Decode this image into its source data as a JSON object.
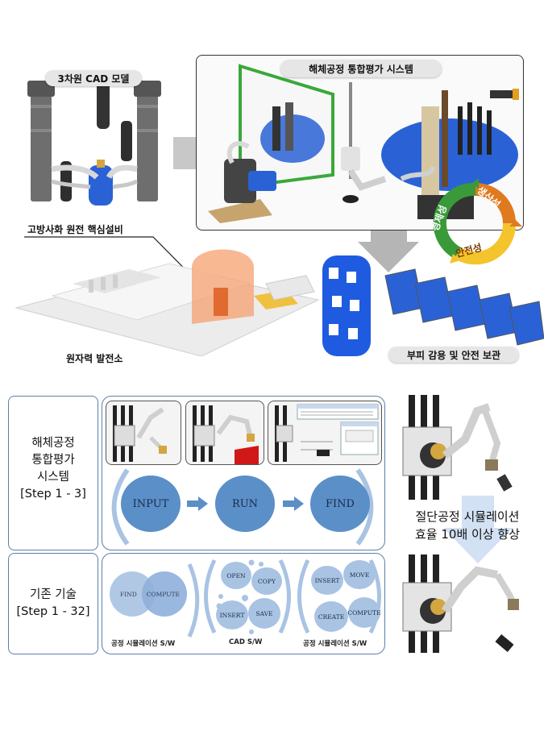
{
  "top": {
    "cad_model_label": "3차원 CAD 모델",
    "integrated_system_label": "해체공정 통합평가 시스템",
    "core_equipment_label": "고방사화 원전 핵심설비",
    "power_plant_label": "원자력 발전소",
    "volume_reduction_label": "부피 감용 및 안전 보관",
    "cycle_items": [
      "생산성",
      "안전성",
      "경제성"
    ]
  },
  "bottom": {
    "new_system_label": [
      "해체공정",
      "통합평가",
      "시스템",
      "[Step 1 - 3]"
    ],
    "existing_label": [
      "기존 기술",
      "[Step 1 - 32]"
    ],
    "steps": [
      "INPUT",
      "RUN",
      "FIND"
    ],
    "venn": [
      "FIND",
      "COMPUTE"
    ],
    "cad_ops": [
      "OPEN",
      "COPY",
      "INSERT",
      "SAVE"
    ],
    "process_ops": [
      "INSERT",
      "MOVE",
      "CREATE",
      "COMPUTE"
    ],
    "sw_labels": [
      "공정 시뮬레이션 S/W",
      "CAD S/W",
      "공정 시뮬레이션 S/W"
    ],
    "result_text": [
      "절단공정 시뮬레이션",
      "효율 10배 이상 향상"
    ]
  },
  "colors": {
    "accent_blue": "#5b8fc7",
    "light_blue": "#a9c3e3",
    "frame_blue": "#5b7fa8",
    "equipment_blue": "#2a62d6",
    "arrow_gray": "#a8a8a8"
  }
}
